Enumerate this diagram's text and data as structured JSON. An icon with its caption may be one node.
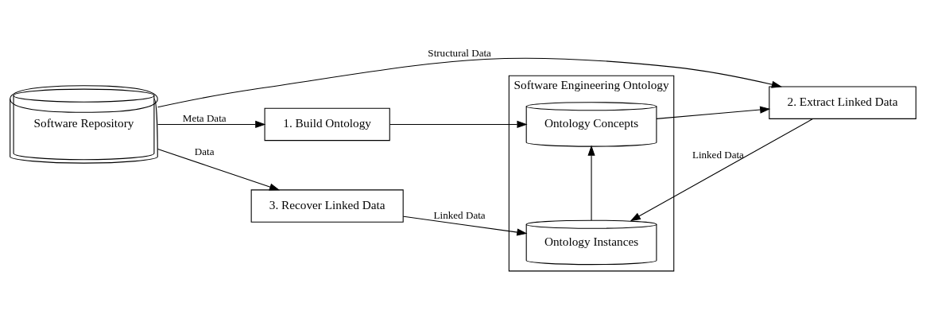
{
  "diagram": {
    "nodes": [
      {
        "text": [
          "Software Repository"
        ]
      },
      {
        "text": [
          "1. Build Ontology"
        ]
      },
      {
        "text": [
          "Software Engineering Ontology"
        ]
      },
      {
        "text": [
          "Ontology Concepts"
        ],
        "in": 2
      },
      {
        "text": [
          "Ontology Instances"
        ],
        "in": 2
      },
      {
        "text": [
          "2. Extract Linked Data"
        ]
      },
      {
        "text": [
          "3. Recover Linked Data"
        ]
      }
    ],
    "edges": [
      {
        "from": 0,
        "to": 5,
        "arrow": "to",
        "label": "Structural Data"
      },
      {
        "from": 0,
        "to": 1,
        "arrow": "to",
        "label": "Meta Data"
      },
      {
        "from": 1,
        "to": 3,
        "arrow": "to"
      },
      {
        "from": 3,
        "to": 5,
        "arrow": "to"
      },
      {
        "from": 4,
        "to": 3,
        "arrow": "to"
      },
      {
        "from": 5,
        "to": 4,
        "arrow": "to",
        "label": "Linked Data"
      },
      {
        "from": 0,
        "to": 6,
        "arrow": "to",
        "label": "Data"
      },
      {
        "from": 6,
        "to": 4,
        "arrow": "to",
        "label": "Linked Data"
      }
    ]
  }
}
